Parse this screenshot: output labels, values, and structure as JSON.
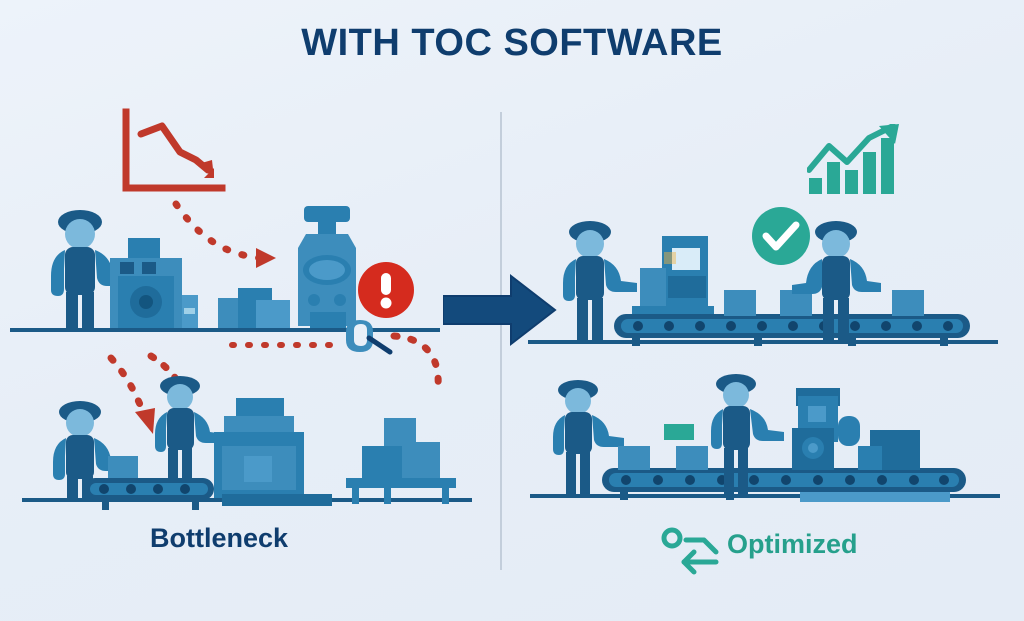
{
  "page": {
    "title": "WITH TOC SOFTWARE",
    "background_color": "#e9f0f8",
    "title_color": "#0f3d6e",
    "divider_color": "#c3cedb"
  },
  "panels": {
    "left": {
      "label": "Bottleneck",
      "label_color": "#0f3d6e",
      "accent_color": "#c0392b",
      "scenes": [
        {
          "name": "top-row-bottleneck",
          "elements": [
            "worker",
            "machine",
            "boxes",
            "press-machine",
            "alert-icon",
            "wrench-icon"
          ]
        },
        {
          "name": "bottom-row-bottleneck",
          "elements": [
            "worker",
            "conveyor",
            "worker-on-line",
            "stacked-boxes",
            "pallet-boxes"
          ]
        }
      ],
      "icons": {
        "declining_chart": "declining-chart-icon",
        "alert": "alert-exclamation-icon",
        "wrench": "wrench-icon",
        "dotted_arrows": "red-dotted-arrow-icon"
      }
    },
    "right": {
      "label": "Optimized",
      "label_color": "#26a08c",
      "accent_color": "#2aa896",
      "scenes": [
        {
          "name": "top-row-optimized",
          "elements": [
            "worker",
            "machine",
            "conveyor",
            "boxes",
            "worker"
          ]
        },
        {
          "name": "bottom-row-optimized",
          "elements": [
            "worker",
            "conveyor",
            "boxes",
            "worker",
            "machine"
          ]
        }
      ],
      "icons": {
        "growth_chart": "growth-bar-chart-icon",
        "check": "check-circle-icon",
        "sync": "sync-arrows-icon"
      }
    }
  },
  "center": {
    "arrow_icon": "right-arrow-icon",
    "arrow_color": "#134a7c"
  },
  "palette": {
    "navy": "#0f3d6e",
    "dark_blue": "#1b5a87",
    "mid_blue": "#2a7fb0",
    "light_blue": "#4b9ac9",
    "pale_blue": "#7cb9dc",
    "red": "#c0392b",
    "alert_red": "#d52b1e",
    "teal": "#2aa896",
    "white": "#ffffff"
  },
  "chart_data": [
    {
      "type": "line",
      "name": "declining-performance-chart",
      "title": "",
      "series": [
        {
          "name": "performance",
          "values": [
            70,
            88,
            55,
            40,
            18
          ]
        }
      ],
      "x": [
        0,
        1,
        2,
        3,
        4
      ],
      "trend": "down",
      "color": "#c0392b",
      "axes": true,
      "arrowhead": "down-right"
    },
    {
      "type": "bar",
      "name": "growth-bar-chart",
      "title": "",
      "categories": [
        "1",
        "2",
        "3",
        "4",
        "5"
      ],
      "values": [
        18,
        45,
        32,
        60,
        85
      ],
      "trend": "up",
      "color": "#2aa896",
      "overlay_line": true,
      "arrowhead": "up-right"
    }
  ]
}
